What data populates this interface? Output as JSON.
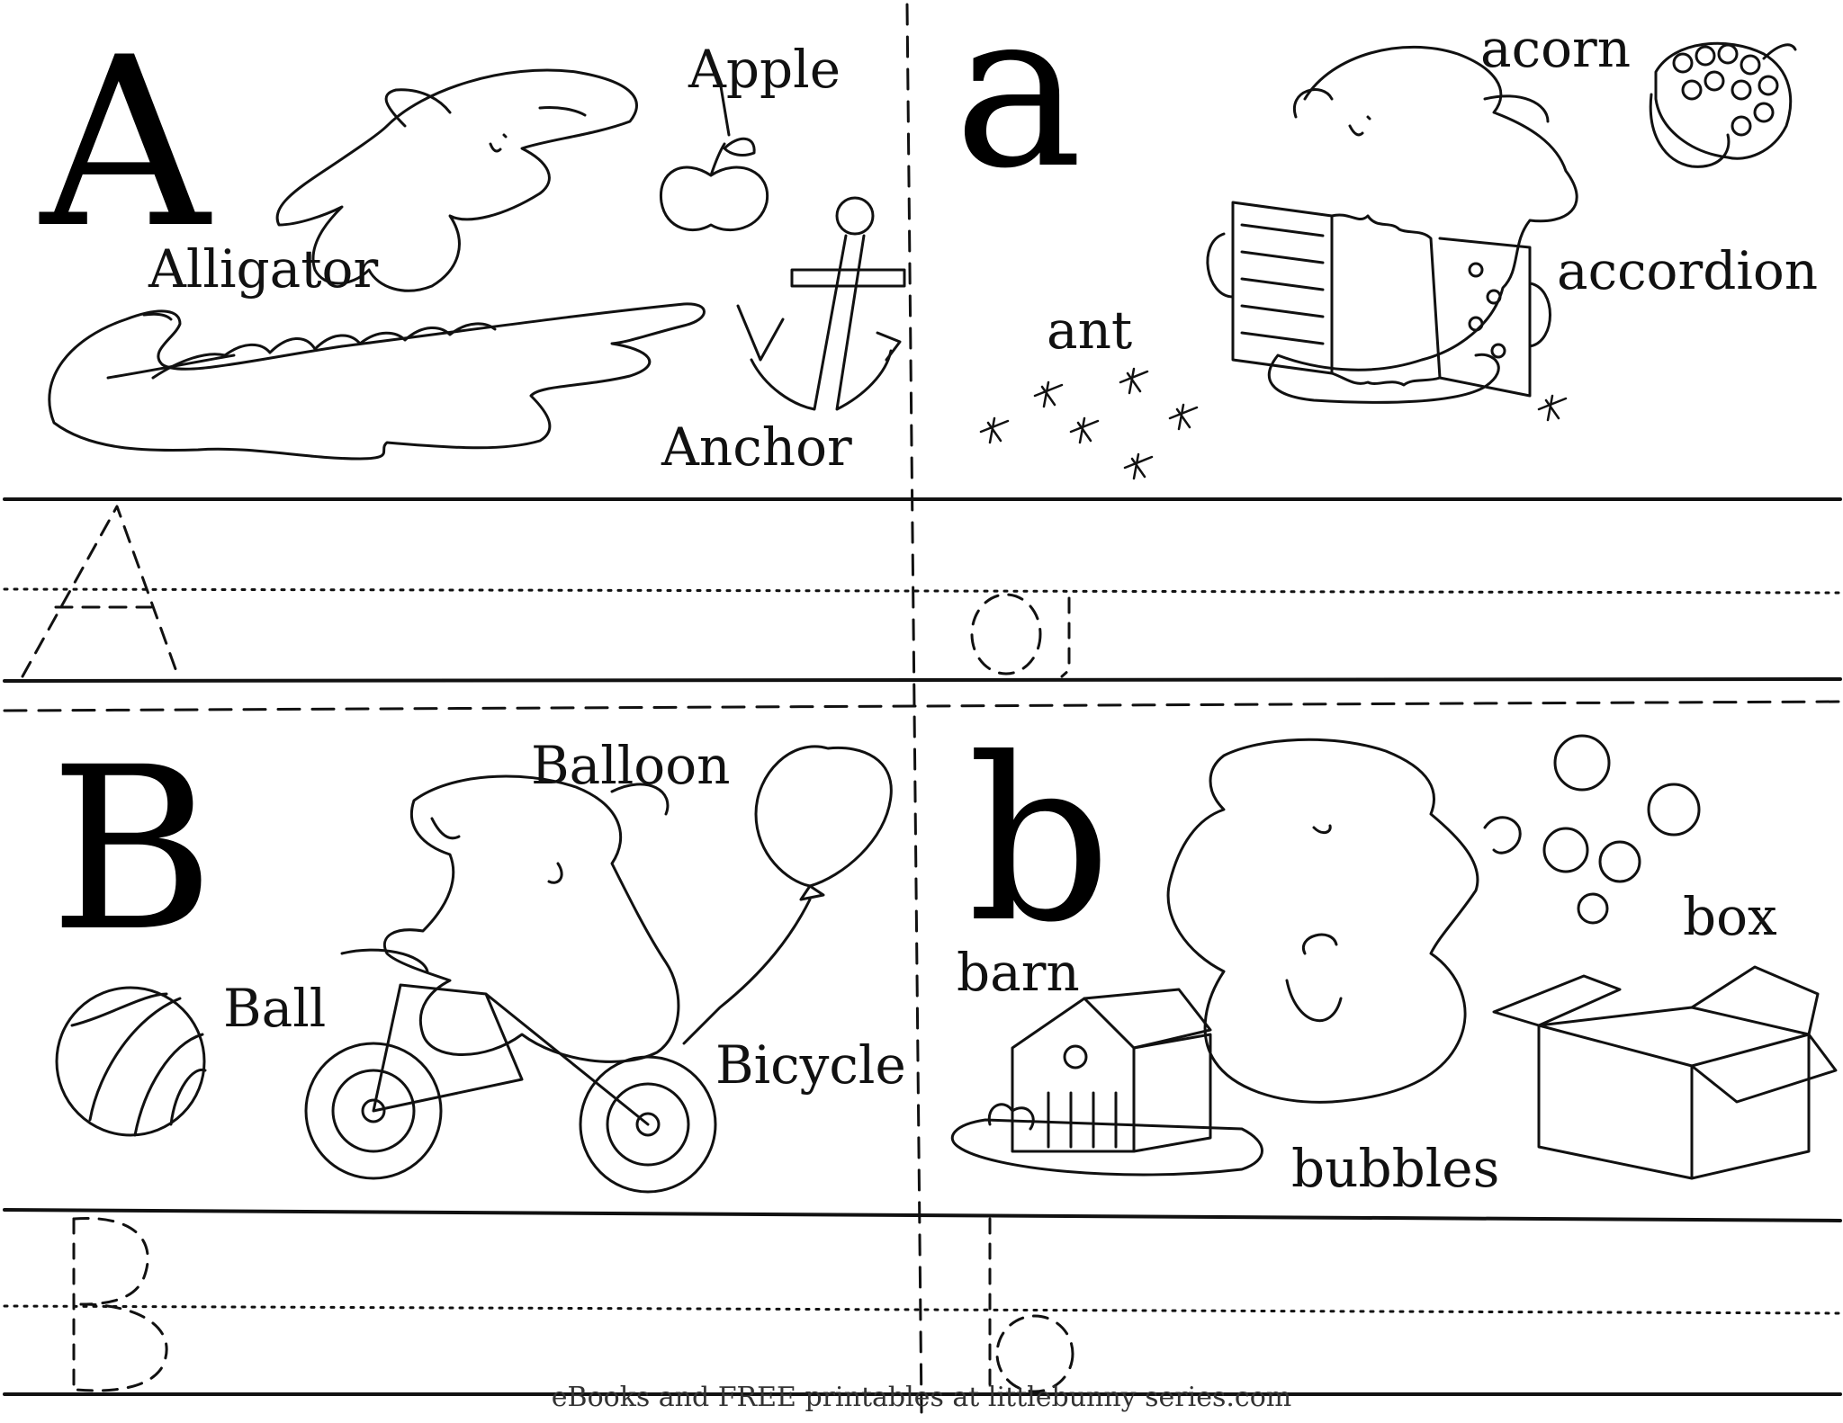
{
  "panels": {
    "upper_A": {
      "letter": "A",
      "words": {
        "apple": "Apple",
        "alligator": "Alligator",
        "anchor": "Anchor"
      }
    },
    "lower_a": {
      "letter": "a",
      "words": {
        "acorn": "acorn",
        "accordion": "accordion",
        "ant": "ant"
      }
    },
    "upper_B": {
      "letter": "B",
      "words": {
        "balloon": "Balloon",
        "ball": "Ball",
        "bicycle": "Bicycle"
      }
    },
    "lower_b": {
      "letter": "b",
      "words": {
        "barn": "barn",
        "box": "box",
        "bubbles": "bubbles"
      }
    }
  },
  "footer": "eBooks and FREE printables at littlebunny series.com",
  "icons": [
    "alligator-illustration",
    "apple-icon",
    "anchor-icon",
    "acorn-icon",
    "accordion-illustration",
    "ants-icon",
    "ball-icon",
    "bicycle-illustration",
    "balloon-icon",
    "barn-icon",
    "bubbles-icon",
    "box-icon",
    "bunny-character"
  ]
}
